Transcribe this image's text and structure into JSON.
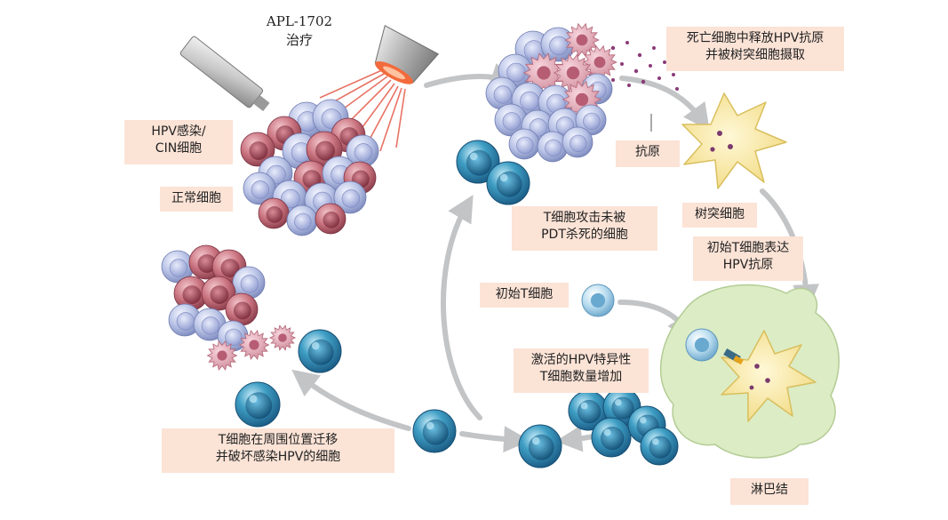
{
  "treatment": {
    "line1": "APL-1702",
    "line2": "治疗"
  },
  "labels": {
    "hpv_infected": {
      "line1": "HPV感染/",
      "line2": "CIN细胞"
    },
    "normal_cells": "正常细胞",
    "dead_cells_release": {
      "line1": "死亡细胞中释放HPV抗原",
      "line2": "并被树突细胞摄取"
    },
    "antigen": "抗原",
    "dendritic_cell": "树突细胞",
    "t_cells_attack": {
      "line1": "T细胞攻击未被",
      "line2": "PDT杀死的细胞"
    },
    "naive_t_express": {
      "line1": "初始T细胞表达",
      "line2": "HPV抗原"
    },
    "naive_t_cell": "初始T细胞",
    "activated_t": {
      "line1": "激活的HPV特异性",
      "line2": "T细胞数量增加"
    },
    "t_cell_migrate": {
      "line1": "T细胞在周围位置迁移",
      "line2": "并破坏感染HPV的细胞"
    },
    "lymph_node": "淋巴结"
  },
  "colors": {
    "label_bg": "#fbe3d6",
    "normal_cell": "#b9c3e6",
    "infected_cell": "#c9737f",
    "t_cell": "#3f9ec4",
    "dendritic": "#f7e6a4",
    "lymph": "#dcecc4",
    "arrow": "#c2c4c6",
    "light_beam": "#e45a4a"
  }
}
